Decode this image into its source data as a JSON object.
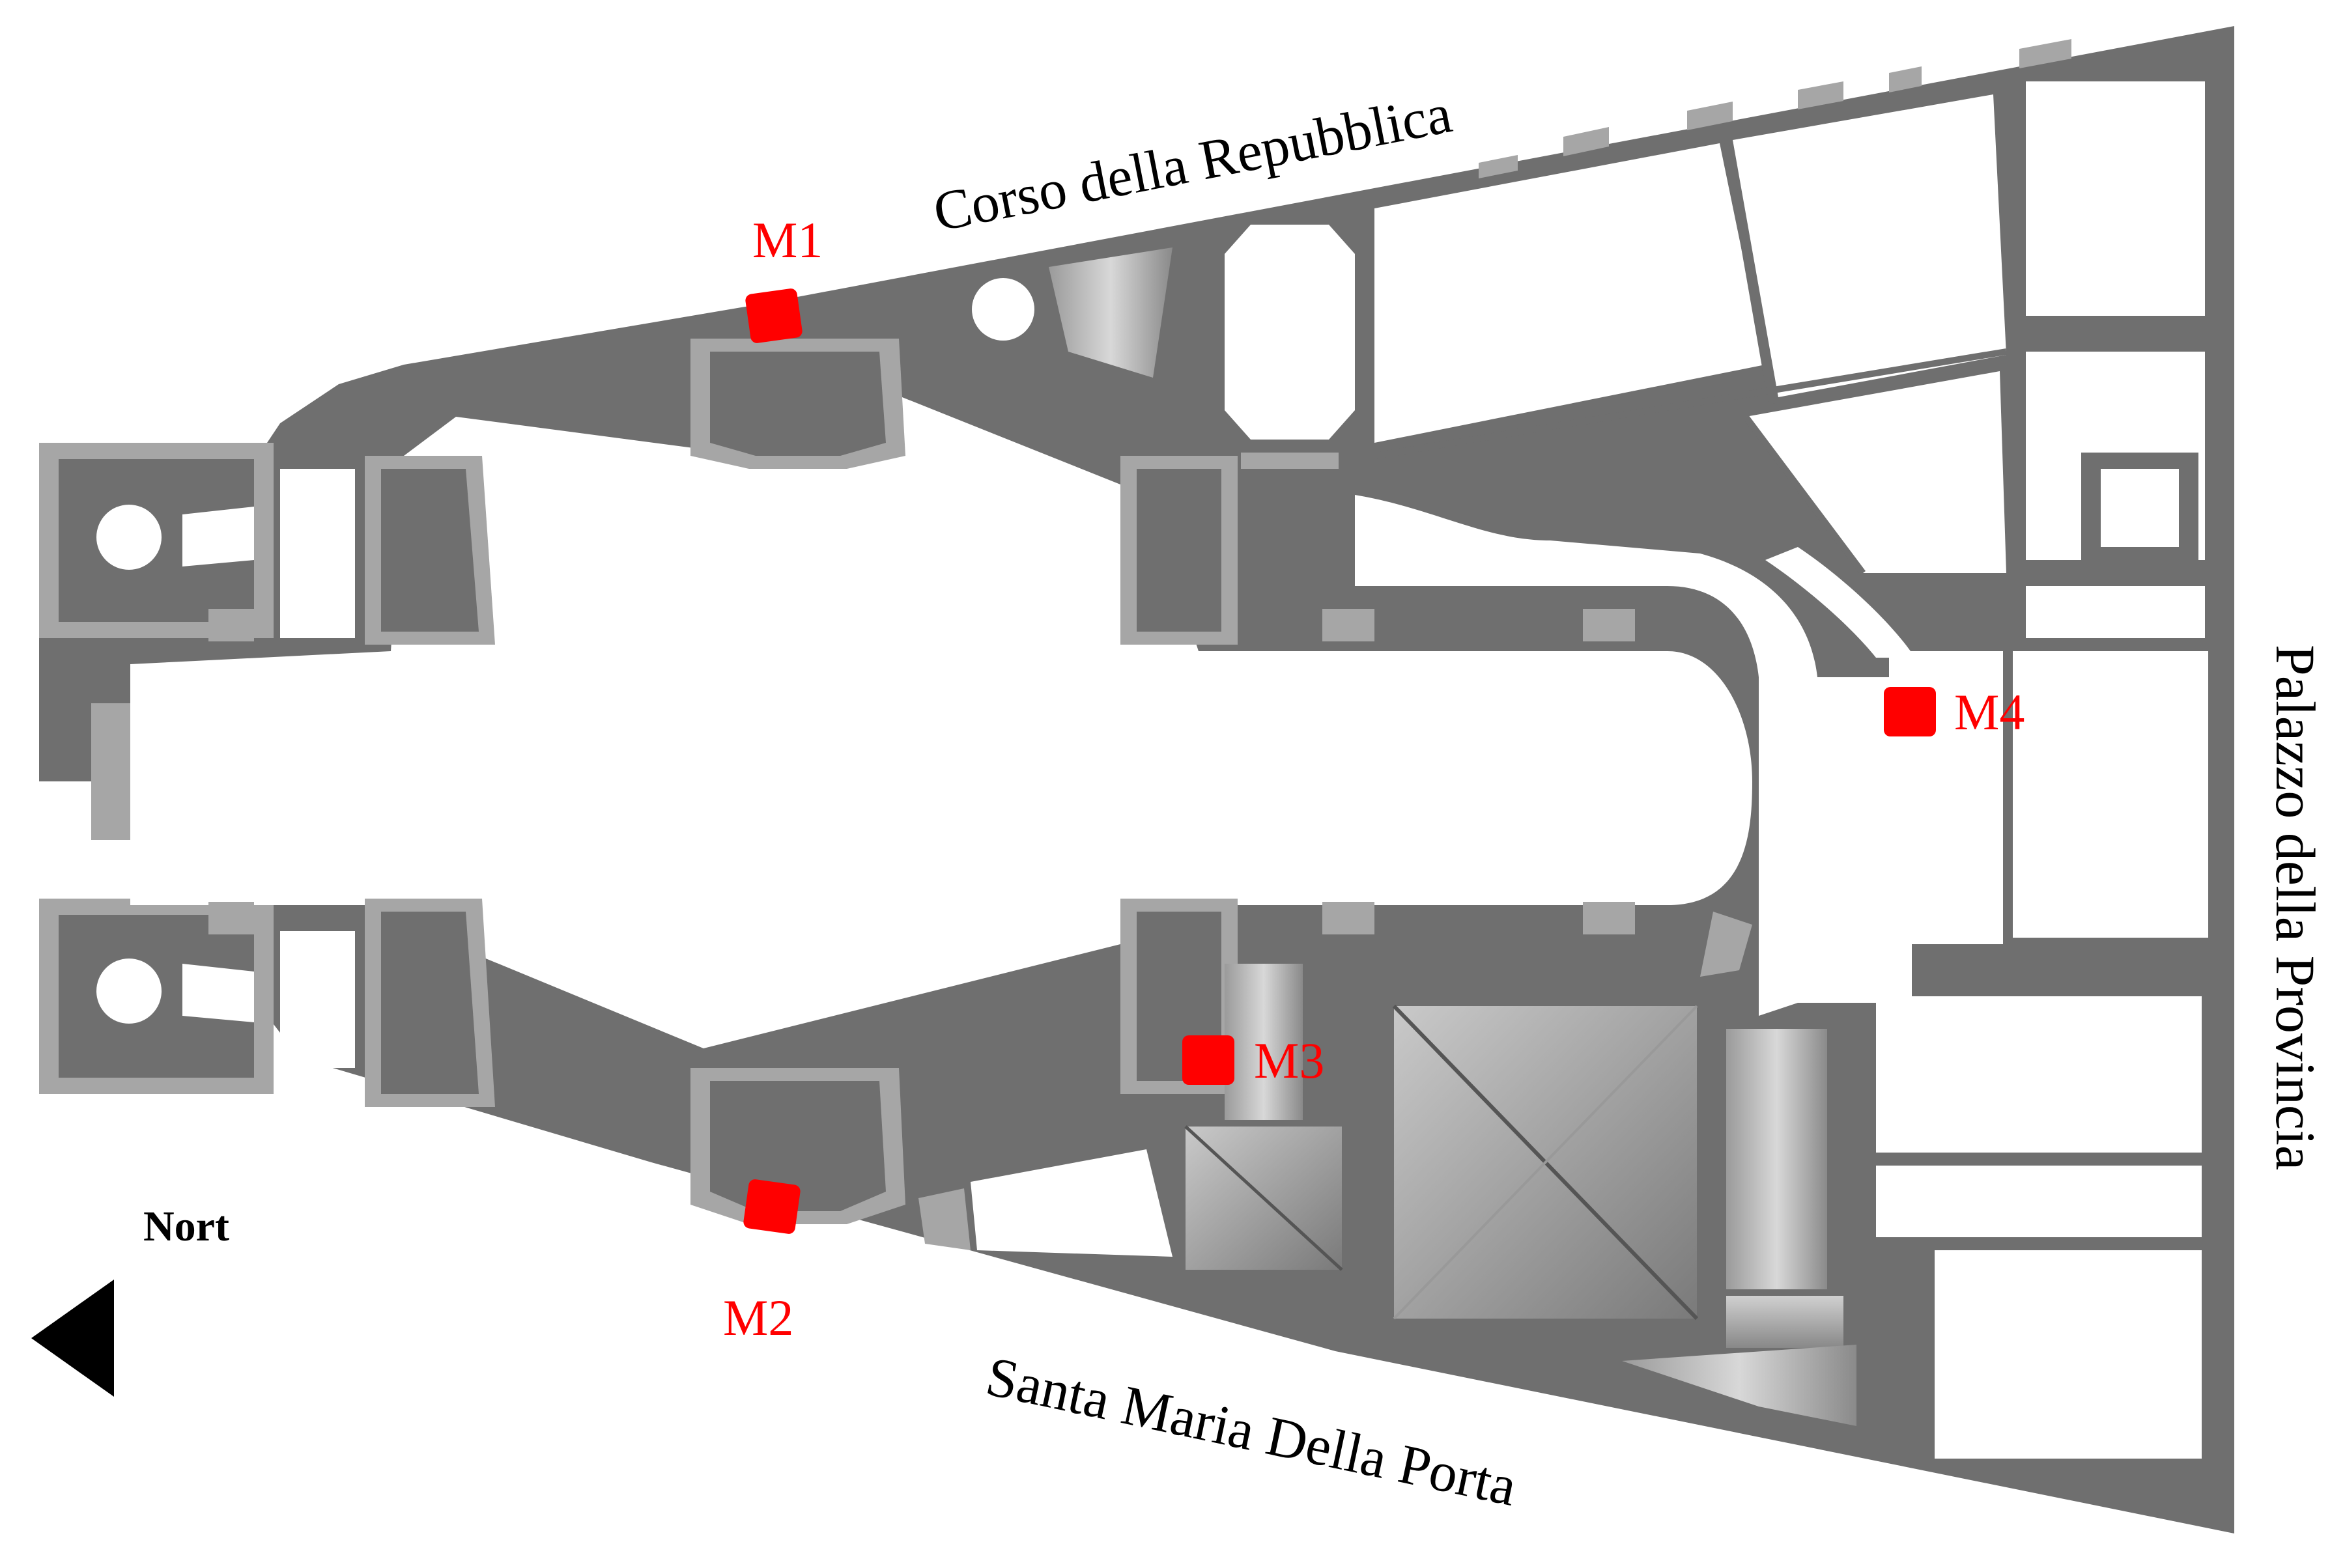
{
  "streets": {
    "top": "Corso della Repubblica",
    "bottom": "Santa Maria Della Porta",
    "right": "Palazzo della Provincia"
  },
  "north_label": "Nort",
  "markers": [
    {
      "id": "M1",
      "label": "M1"
    },
    {
      "id": "M2",
      "label": "M2"
    },
    {
      "id": "M3",
      "label": "M3"
    },
    {
      "id": "M4",
      "label": "M4"
    }
  ],
  "colors": {
    "wall_dark": "#6f6f6f",
    "wall_light": "#a6a6a6",
    "interior": "#ffffff",
    "marker": "#ff0000",
    "text": "#000000"
  }
}
